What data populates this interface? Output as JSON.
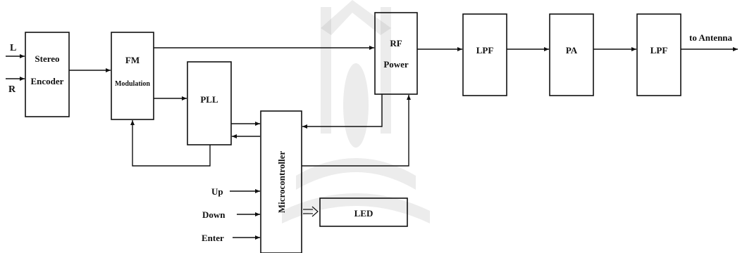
{
  "blocks": {
    "stereo_encoder": {
      "line1": "Stereo",
      "line2": "Encoder"
    },
    "fm_modulation": {
      "line1": "FM",
      "line2": "Modulation"
    },
    "pll": "PLL",
    "rf_power": {
      "line1": "RF",
      "line2": "Power"
    },
    "lpf1": "LPF",
    "pa": "PA",
    "lpf2": "LPF",
    "microcontroller": "Microcontroller",
    "led": "LED"
  },
  "inputs": {
    "left": "L",
    "right": "R",
    "up": "Up",
    "down": "Down",
    "enter": "Enter"
  },
  "output": "to Antenna",
  "colors": {
    "stroke": "#111111",
    "background": "#ffffff",
    "watermark": "#8a8a8a"
  }
}
